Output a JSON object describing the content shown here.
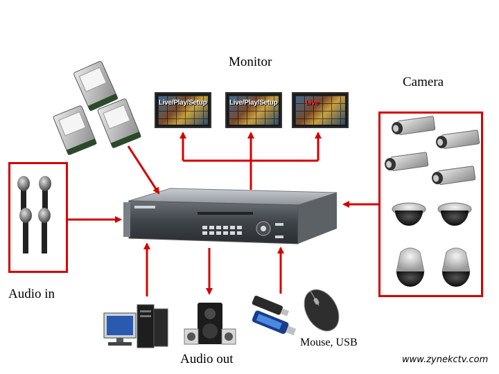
{
  "labels": {
    "monitor": "Monitor",
    "camera": "Camera",
    "audio_in": "Audio in",
    "audio_out": "Audio out",
    "mouse_usb": "Mouse, USB",
    "website": "www.zynekctv.com"
  },
  "monitor_screens": [
    {
      "text": "Live/Play/Setup"
    },
    {
      "text": "Live/Play/Setup"
    },
    {
      "text": "Live"
    }
  ],
  "colors": {
    "arrow": "#d40000",
    "frame": "#d40000",
    "dvr_body": "#9aa0a6"
  },
  "icons": [
    "hard-disk-icon",
    "monitor-icon",
    "dvr-icon",
    "microphone-icon",
    "box-camera-icon",
    "dome-camera-icon",
    "speed-dome-camera-icon",
    "pc-icon",
    "speaker-icon",
    "usb-drive-icon",
    "mouse-icon"
  ]
}
